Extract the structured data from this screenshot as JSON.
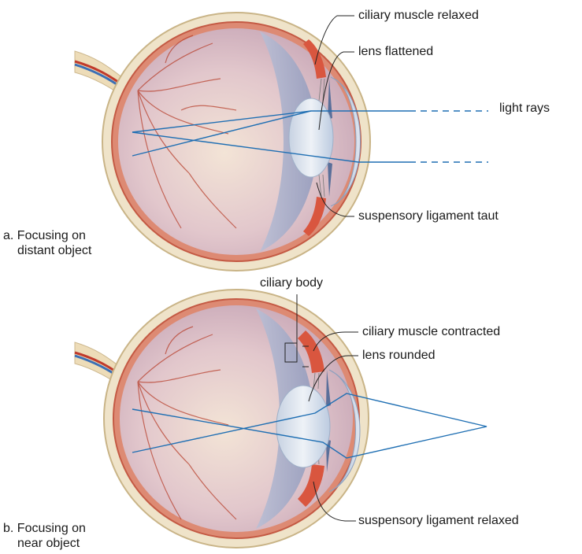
{
  "panel_a": {
    "caption_line1": "a. Focusing on",
    "caption_line2": "distant object",
    "labels": {
      "ciliary_muscle": "ciliary muscle relaxed",
      "lens": "lens flattened",
      "light_rays": "light rays",
      "ligament": "suspensory ligament taut"
    }
  },
  "panel_b": {
    "caption_line1": "b. Focusing on",
    "caption_line2": "near object",
    "labels": {
      "ciliary_body": "ciliary body",
      "ciliary_muscle": "ciliary muscle contracted",
      "lens": "lens rounded",
      "ligament": "suspensory ligament relaxed"
    }
  },
  "colors": {
    "light_ray": "#1f6fb3",
    "sclera": "#efe3c9",
    "choroid": "#d4604a",
    "vitreous": "#d9c0c7",
    "vein": "#b8412e",
    "lens": "#dfe6ef",
    "cornea": "#c9d6e6"
  }
}
